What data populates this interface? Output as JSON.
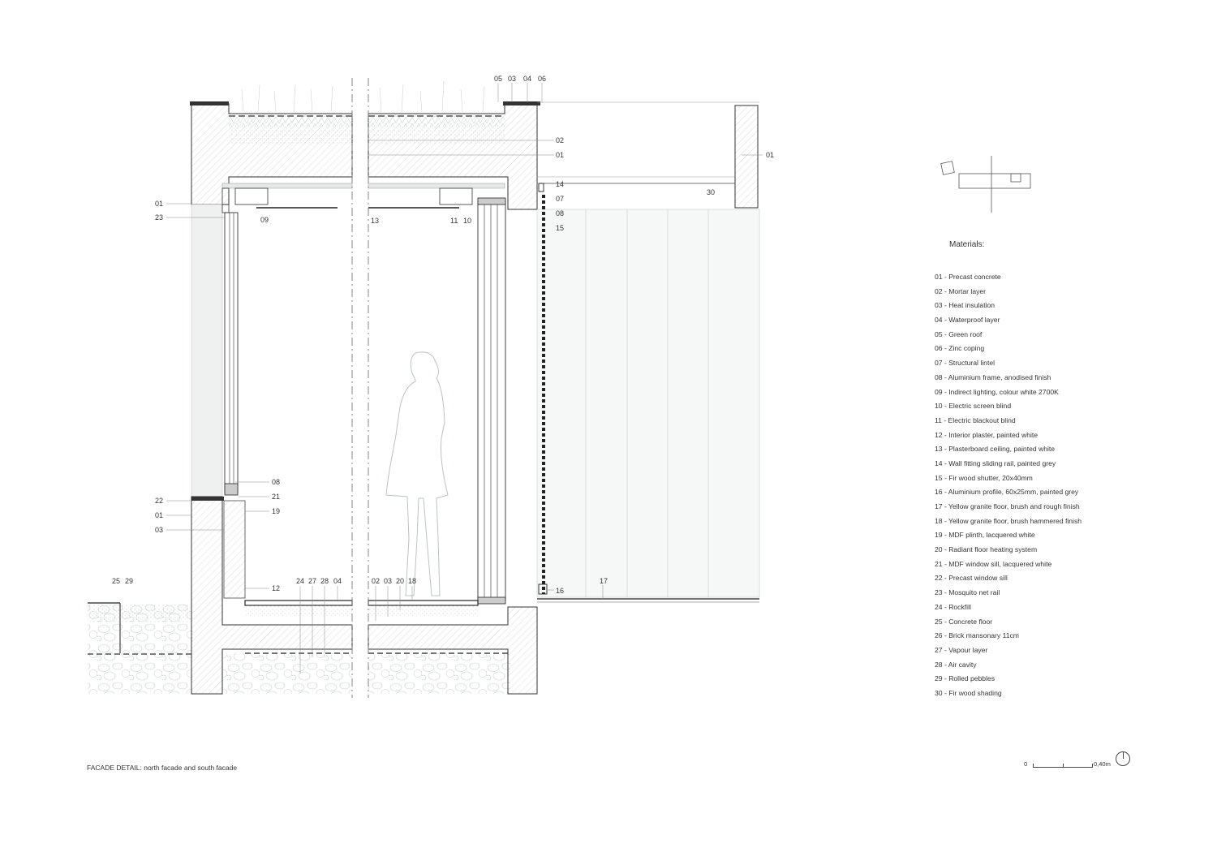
{
  "caption": "FACADE DETAIL: north facade and south facade",
  "legend": {
    "title": "Materials:",
    "items": [
      "01 - Precast concrete",
      "02 - Mortar layer",
      "03 - Heat insulation",
      "04 - Waterproof layer",
      "05 - Green roof",
      "06 - Zinc coping",
      "07 - Structural lintel",
      "08 - Aluminium frame, anodised finish",
      "09 - Indirect lighting, colour white 2700K",
      "10 - Electric screen blind",
      "11 - Electric blackout blind",
      "12 - Interior plaster, painted white",
      "13 - Plasterboard ceiling, painted white",
      "14 - Wall fitting sliding rail, painted grey",
      "15 - Fir wood shutter, 20x40mm",
      "16 - Aluminium profile, 60x25mm, painted grey",
      "17 - Yellow granite floor, brush and rough finish",
      "18 - Yellow granite floor, brush hammered finish",
      "19 - MDF plinth, lacquered white",
      "20 - Radiant floor heating system",
      "21 - MDF window sill, lacquered white",
      "22 - Precast window sill",
      "23 - Mosquito net rail",
      "24 - Rockfill",
      "25 - Concrete floor",
      "26 - Brick mansonary 11cm",
      "27 - Vapour layer",
      "28 - Air cavity",
      "29 - Rolled pebbles",
      "30 - Fir wood shading"
    ]
  },
  "scale": {
    "start": "0",
    "end": "0,40m"
  },
  "callouts": {
    "top_05": "05",
    "top_03": "03",
    "top_04": "04",
    "top_06": "06",
    "r_02": "02",
    "r_01": "01",
    "r_14": "14",
    "r_07": "07",
    "r_08": "08",
    "r_15": "15",
    "far_01": "01",
    "n_30": "30",
    "l_01": "01",
    "l_23": "23",
    "n_09": "09",
    "n_13": "13",
    "n_11": "11",
    "n_10": "10",
    "w_08": "08",
    "w_21": "21",
    "w_19": "19",
    "l_22": "22",
    "l_01b": "01",
    "l_03": "03",
    "n_12": "12",
    "n_25": "25",
    "n_29": "29",
    "b_24": "24",
    "b_27": "27",
    "b_28": "28",
    "b_04": "04",
    "b_02": "02",
    "b_03": "03",
    "b_20": "20",
    "b_18": "18",
    "n_16": "16",
    "n_17": "17"
  }
}
